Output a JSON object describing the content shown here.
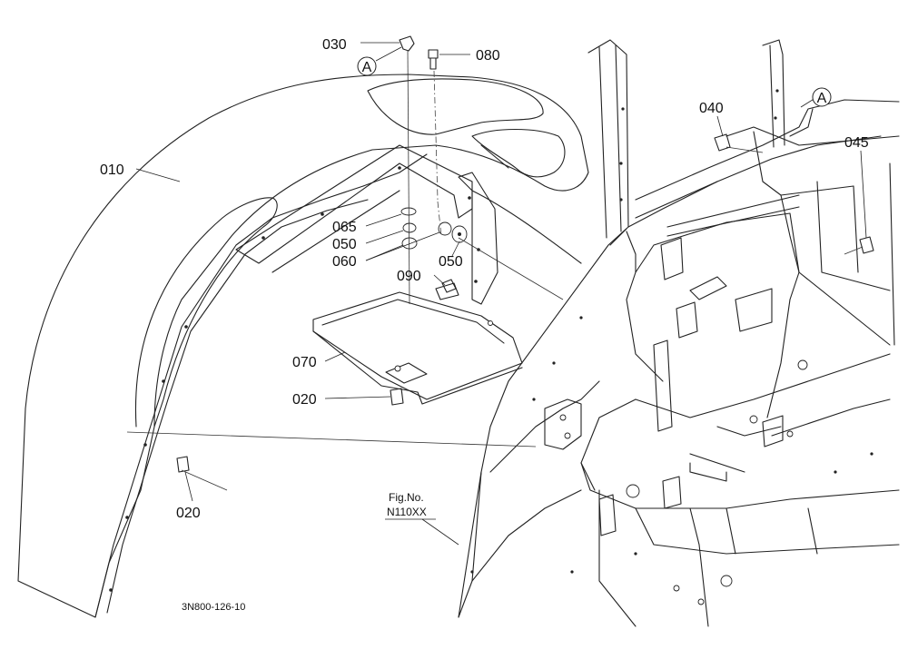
{
  "diagram": {
    "drawing_number": "3N800-126-10",
    "figure_ref": {
      "prefix": "Fig.No.",
      "number": "N110XX"
    },
    "view_markers": [
      {
        "letter": "A"
      },
      {
        "letter": "A"
      }
    ],
    "callouts": [
      {
        "label": "010"
      },
      {
        "label": "020"
      },
      {
        "label": "020"
      },
      {
        "label": "030"
      },
      {
        "label": "040"
      },
      {
        "label": "045"
      },
      {
        "label": "050"
      },
      {
        "label": "050"
      },
      {
        "label": "060"
      },
      {
        "label": "065"
      },
      {
        "label": "070"
      },
      {
        "label": "080"
      },
      {
        "label": "090"
      }
    ]
  }
}
